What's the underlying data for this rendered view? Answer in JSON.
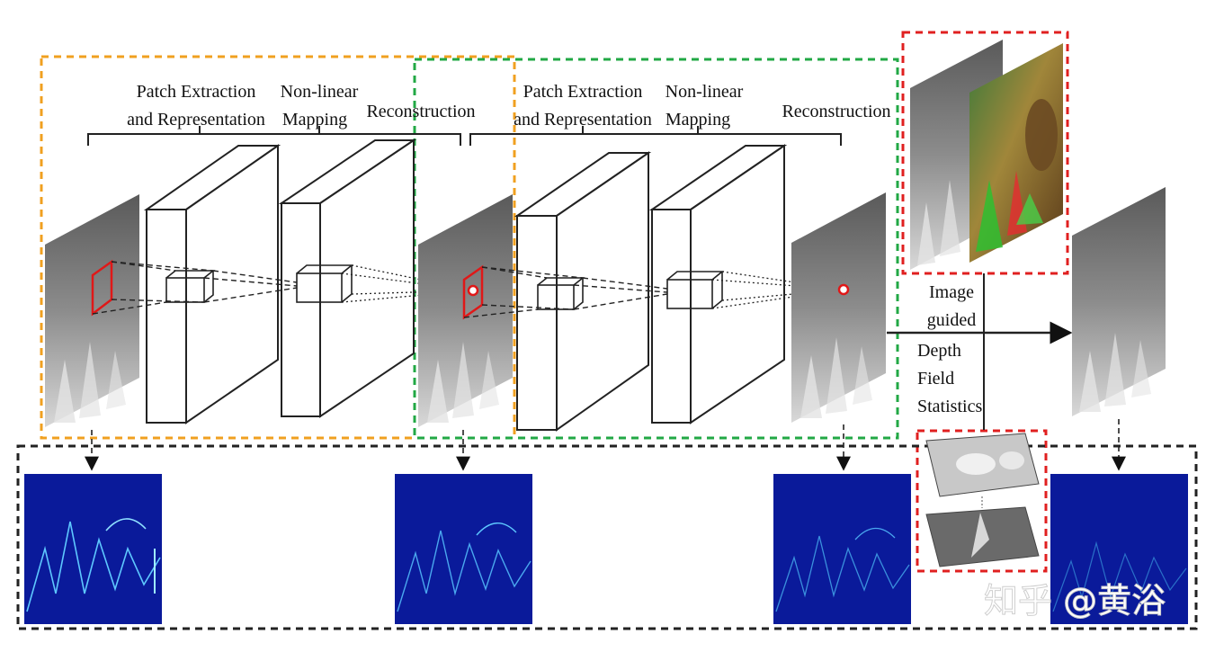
{
  "colors": {
    "orange_box": "#f0a020",
    "green_box": "#22a845",
    "red_box": "#e02020",
    "black_box": "#222222",
    "heatmap_bg": "#0a1a9a",
    "heatmap_line": "#5ec8ff",
    "highlight": "#e01818"
  },
  "stage1": {
    "patch_label_1": "Patch Extraction",
    "patch_label_2": "and Representation",
    "mapping_label_1": "Non-linear",
    "mapping_label_2": "Mapping",
    "recon_label": "Reconstruction"
  },
  "stage2": {
    "patch_label_1": "Patch Extraction",
    "patch_label_2": "and Representation",
    "mapping_label_1": "Non-linear",
    "mapping_label_2": "Mapping",
    "recon_label": "Reconstruction"
  },
  "guided": {
    "line1": "Image",
    "line2": "guided",
    "line3": "Depth",
    "line4": "Field",
    "line5": "Statistics"
  },
  "watermark": "知乎 @黄浴",
  "icons": [
    "depth-map-image",
    "color-photo-image",
    "error-heatmap-image",
    "depth-statistics-image"
  ]
}
